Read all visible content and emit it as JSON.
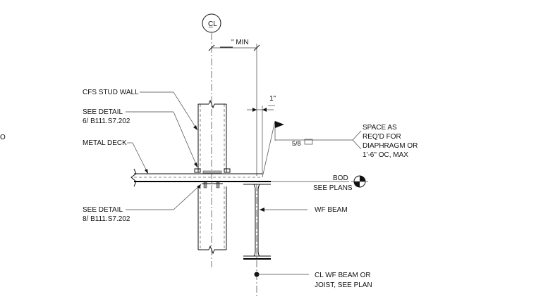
{
  "centerline_symbol": "C̲L",
  "dimensions": {
    "min_label": "\" MIN",
    "gap_label": "1\""
  },
  "callouts": {
    "cfs_stud_wall": "CFS STUD WALL",
    "see_detail_top_1": "SEE DETAIL",
    "see_detail_top_2": "6/ B111.S7.202",
    "metal_deck": "METAL DECK",
    "see_detail_bottom_1": "SEE DETAIL",
    "see_detail_bottom_2": "8/ B111.S7.202",
    "space_as_1": "SPACE AS",
    "space_as_2": "REQ'D FOR",
    "space_as_3": "DIAPHRAGM OR",
    "space_as_4": "1'-6\" OC, MAX",
    "weld_size": "5/8",
    "bod_1": "BOD",
    "bod_2": "SEE PLANS",
    "wf_beam": "WF BEAM",
    "cl_wf_1": "CL WF BEAM OR",
    "cl_wf_2": "JOIST, SEE PLAN",
    "edge_mark": "O"
  }
}
